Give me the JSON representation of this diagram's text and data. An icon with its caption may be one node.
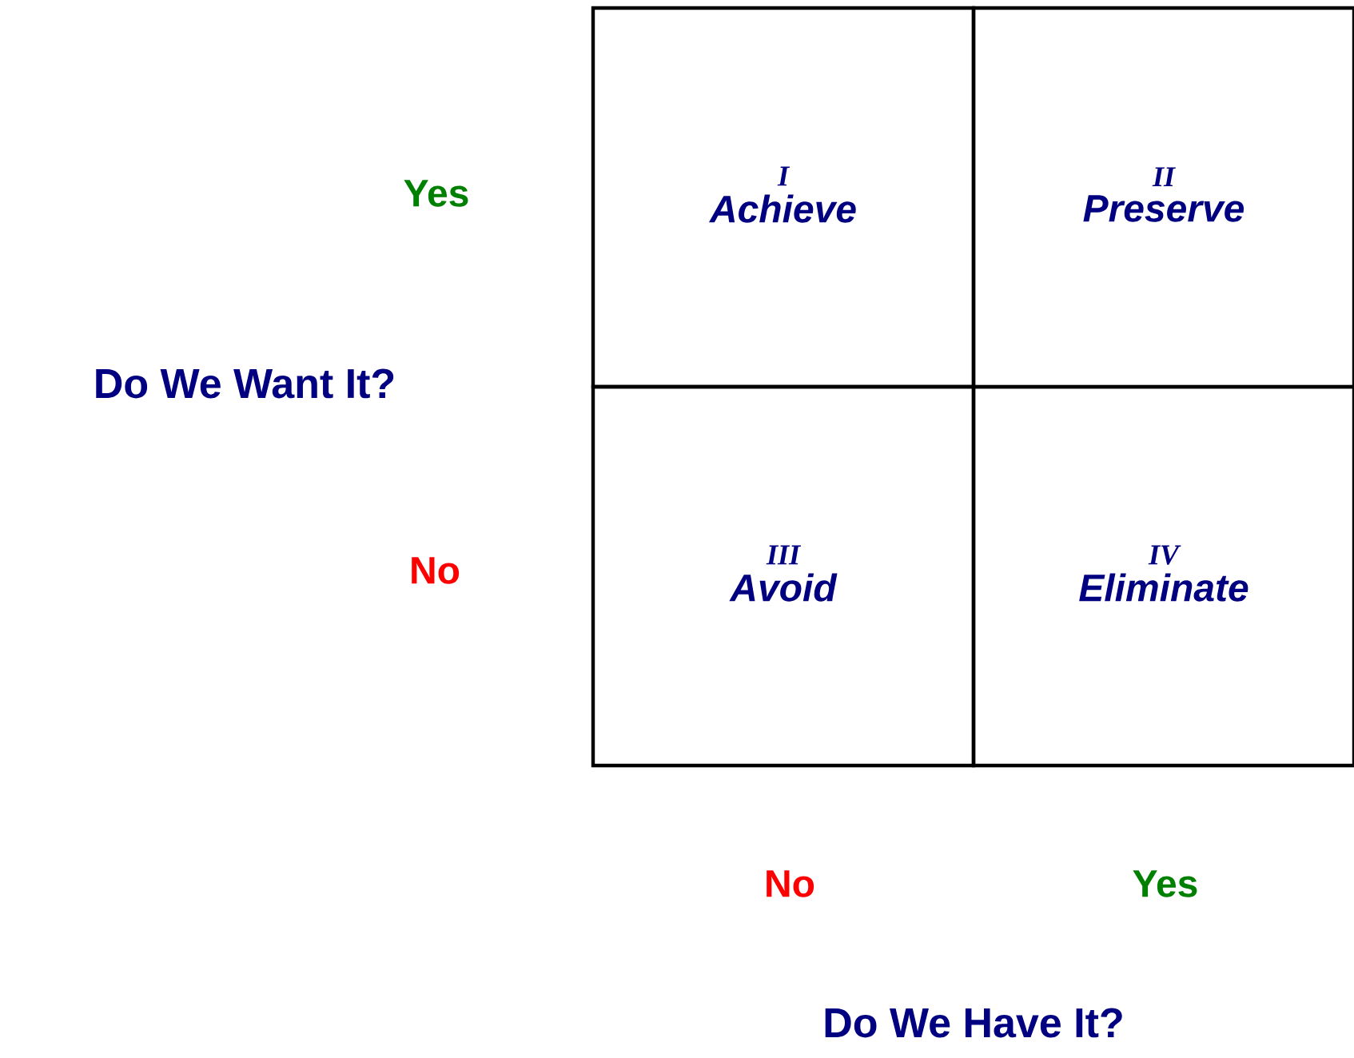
{
  "diagram": {
    "nodes": [
      {
        "text": [
          "I",
          "Achieve"
        ]
      },
      {
        "text": [
          "II",
          "Preserve"
        ]
      },
      {
        "text": [
          "III",
          "Avoid"
        ]
      },
      {
        "text": [
          "IV",
          "Eliminate"
        ]
      }
    ],
    "labels": [
      "Yes",
      "Do We Want It?",
      "No",
      "No",
      "Yes",
      "Do We Have It?"
    ]
  }
}
